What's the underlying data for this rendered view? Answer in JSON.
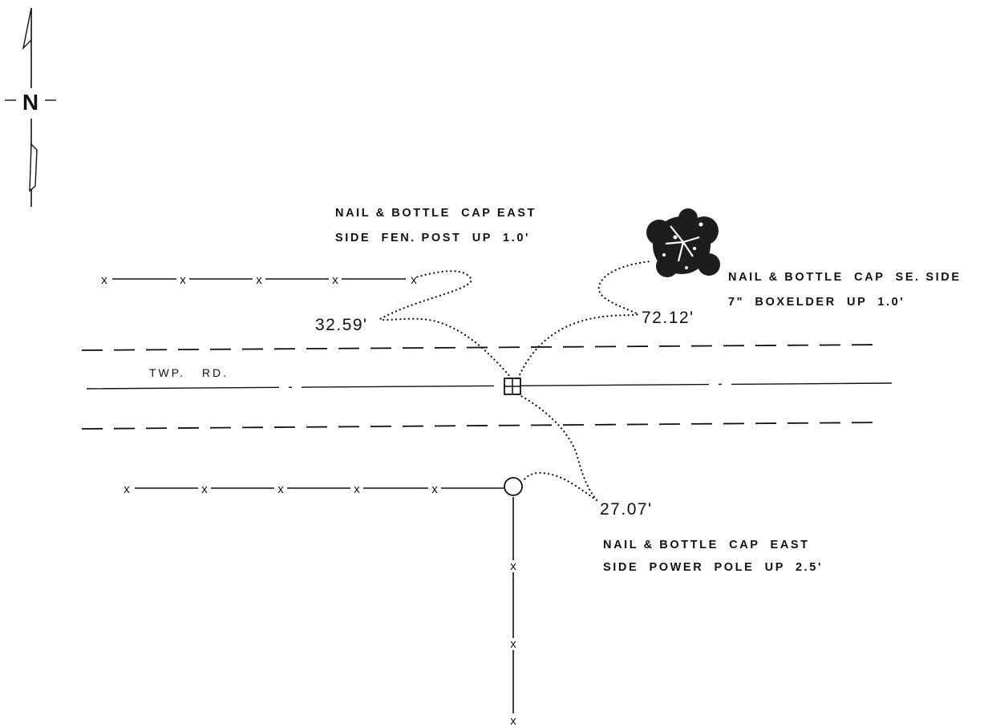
{
  "north_arrow": {
    "letter": "N"
  },
  "road": {
    "label": "TWP.   RD."
  },
  "fence_marker": "x",
  "ties": [
    {
      "id": "fence-post",
      "distance": "32.59'",
      "lines": [
        "NAIL & BOTTLE  CAP EAST",
        "SIDE  FEN. POST  UP  1.0'"
      ]
    },
    {
      "id": "boxelder",
      "distance": "72.12'",
      "lines": [
        "NAIL & BOTTLE  CAP  SE. SIDE",
        "7\"  BOXELDER  UP  1.0'"
      ]
    },
    {
      "id": "power-pole",
      "distance": "27.07'",
      "lines": [
        "NAIL & BOTTLE  CAP  EAST",
        "SIDE  POWER  POLE  UP  2.5'"
      ]
    }
  ]
}
